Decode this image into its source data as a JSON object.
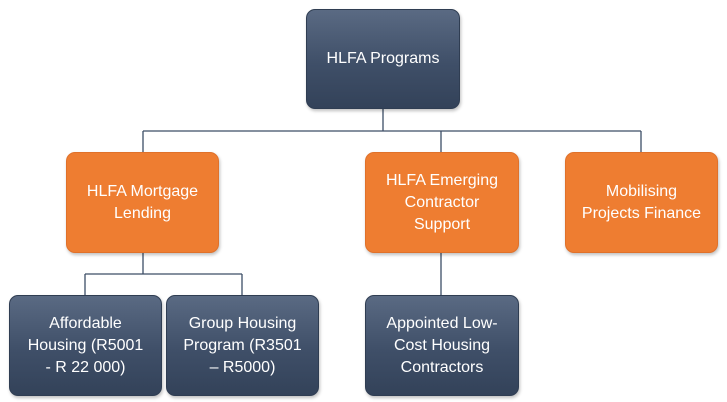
{
  "diagram": {
    "root": {
      "label": "HLFA Programs"
    },
    "level1": [
      {
        "label": "HLFA Mortgage\nLending"
      },
      {
        "label": "HLFA Emerging\nContractor\nSupport"
      },
      {
        "label": "Mobilising\nProjects Finance"
      }
    ],
    "level2": [
      {
        "label": "Affordable\nHousing (R5001\n-  R 22 000)"
      },
      {
        "label": "Group Housing\nProgram (R3501\n– R5000)"
      },
      {
        "label": "Appointed Low-\nCost Housing\nContractors"
      }
    ]
  },
  "colors": {
    "dark_node": "#3f4f68",
    "orange_node": "#ee7d31",
    "connector": "#3c4d66"
  }
}
